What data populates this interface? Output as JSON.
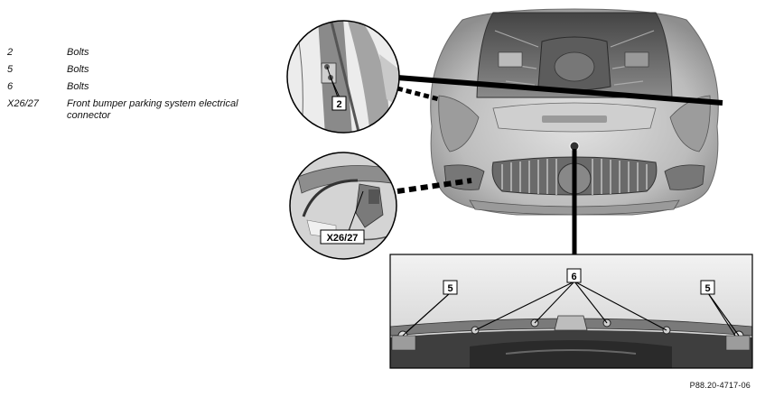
{
  "legend": [
    {
      "key": "2",
      "desc": "Bolts"
    },
    {
      "key": "5",
      "desc": "Bolts"
    },
    {
      "key": "6",
      "desc": "Bolts"
    },
    {
      "key": "X26/27",
      "desc": "Front bumper parking system electrical connector"
    }
  ],
  "callouts": {
    "c2": "2",
    "c5_left": "5",
    "c5_right": "5",
    "c6": "6",
    "x2627": "X26/27"
  },
  "reference_code": "P88.20-4717-06"
}
